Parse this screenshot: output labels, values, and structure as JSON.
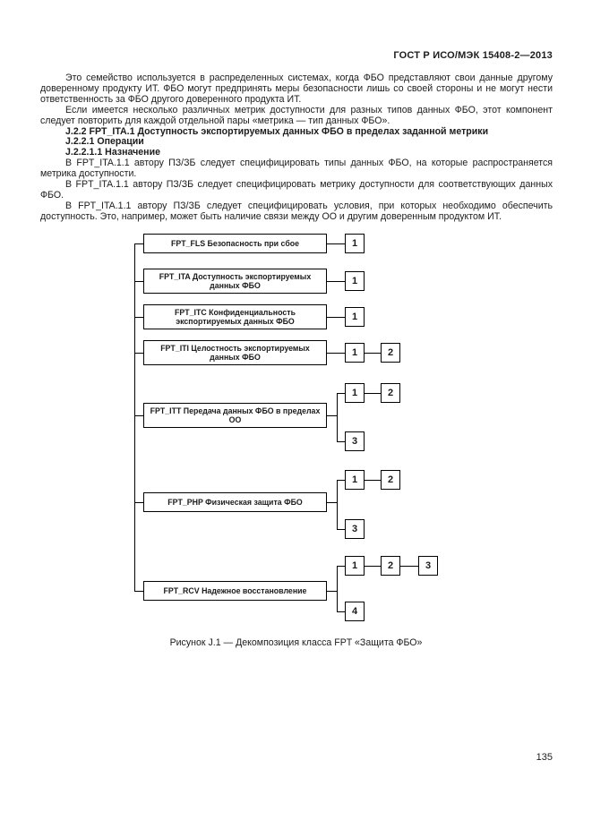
{
  "header": {
    "doc_number": "ГОСТ Р ИСО/МЭК 15408-2—2013"
  },
  "content": {
    "intro_p1": "Это семейство используется в распределенных системах, когда ФБО представляют свои данные другому доверенному продукту ИТ. ФБО могут предпринять меры безопасности лишь со своей стороны и не могут нести ответственность за ФБО другого доверенного продукта ИТ.",
    "intro_p2": "Если имеется несколько различных метрик доступности для разных типов данных ФБО, этот компонент следует повторить для каждой отдельной пары «метрика — тип данных ФБО».",
    "heading_j22": "J.2.2 FPT_ITA.1 Доступность экспортируемых данных ФБО в пределах заданной метрики",
    "heading_j221": "J.2.2.1 Операции",
    "heading_j2211": "J.2.2.1.1 Назначение",
    "assign_p1": "В FPT_ITA.1.1 автору ПЗ/ЗБ следует специфицировать типы данных ФБО, на которые распространяется метрика доступности.",
    "assign_p2": "В FPT_ITA.1.1 автору ПЗ/ЗБ следует специфицировать метрику доступности для соответствующих данных ФБО.",
    "assign_p3": "В FPT_ITA.1.1 автору ПЗ/ЗБ следует специфицировать условия, при которых необходимо обеспечить доступность. Это, например, может быть наличие связи между ОО и другим доверенным продуктом ИТ."
  },
  "diagram": {
    "families": [
      {
        "id": "FPT_FLS",
        "label": "FPT_FLS Безопасность при сбое",
        "components": [
          "1"
        ]
      },
      {
        "id": "FPT_ITA",
        "label": "FPT_ITA Доступность экспортируемых данных ФБО",
        "components": [
          "1"
        ]
      },
      {
        "id": "FPT_ITC",
        "label": "FPT_ITC Конфиденциальность экспортируемых данных ФБО",
        "components": [
          "1"
        ]
      },
      {
        "id": "FPT_ITI",
        "label": "FPT_ITI Целостность экспортируемых данных ФБО",
        "components": [
          "1",
          "2"
        ]
      },
      {
        "id": "FPT_ITT",
        "label": "FPT_ITT Передача данных ФБО в пределах ОО",
        "components": [
          "1",
          "2",
          "3"
        ]
      },
      {
        "id": "FPT_PHP",
        "label": "FPT_PHP Физическая защита ФБО",
        "components": [
          "1",
          "2",
          "3"
        ]
      },
      {
        "id": "FPT_RCV",
        "label": "FPT_RCV Надежное восстановление",
        "components": [
          "1",
          "2",
          "3",
          "4"
        ]
      }
    ],
    "caption": "Рисунок J.1 — Декомпозиция класса FPT «Защита ФБО»"
  },
  "footer": {
    "page_number": "135"
  }
}
